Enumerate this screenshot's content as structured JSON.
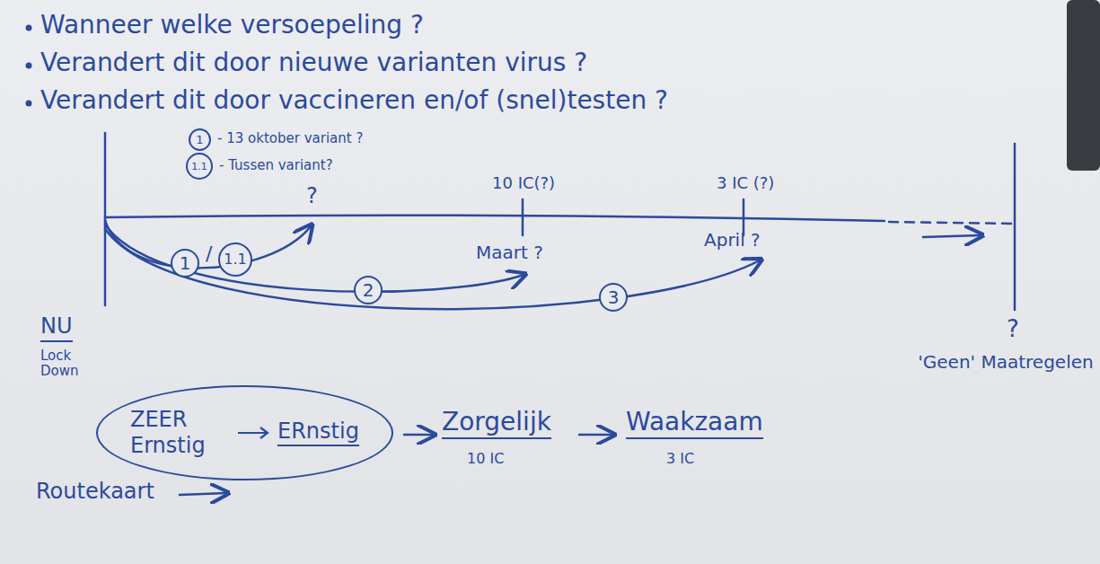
{
  "diagram": {
    "nodes": [
      {
        "text": [
          "1"
        ]
      },
      {
        "text": [
          "1.1"
        ]
      },
      {
        "text": [
          "1"
        ]
      },
      {
        "text": [
          "1.1"
        ]
      },
      {
        "text": [
          "2"
        ]
      },
      {
        "text": [
          "3"
        ]
      },
      {
        "text": [
          "ZEER Ernstig",
          "ERnstig"
        ]
      }
    ],
    "labels": [
      "Wanneer welke versoepeling ?",
      "Verandert dit door nieuwe varianten virus ?",
      "Verandert dit door vaccineren en/of (snel)testen ?",
      "- 13 oktober variant ?",
      "- Tussen variant?",
      "10 IC(?)",
      "3 IC (?)",
      "?",
      "/",
      "Maart ?",
      "April ?",
      "NU",
      "Lock Down",
      "?",
      "'Geen' Maatregelen",
      "Zorgelijk",
      "10 IC",
      "Waakzaam",
      "3 IC",
      "Routekaart"
    ]
  }
}
